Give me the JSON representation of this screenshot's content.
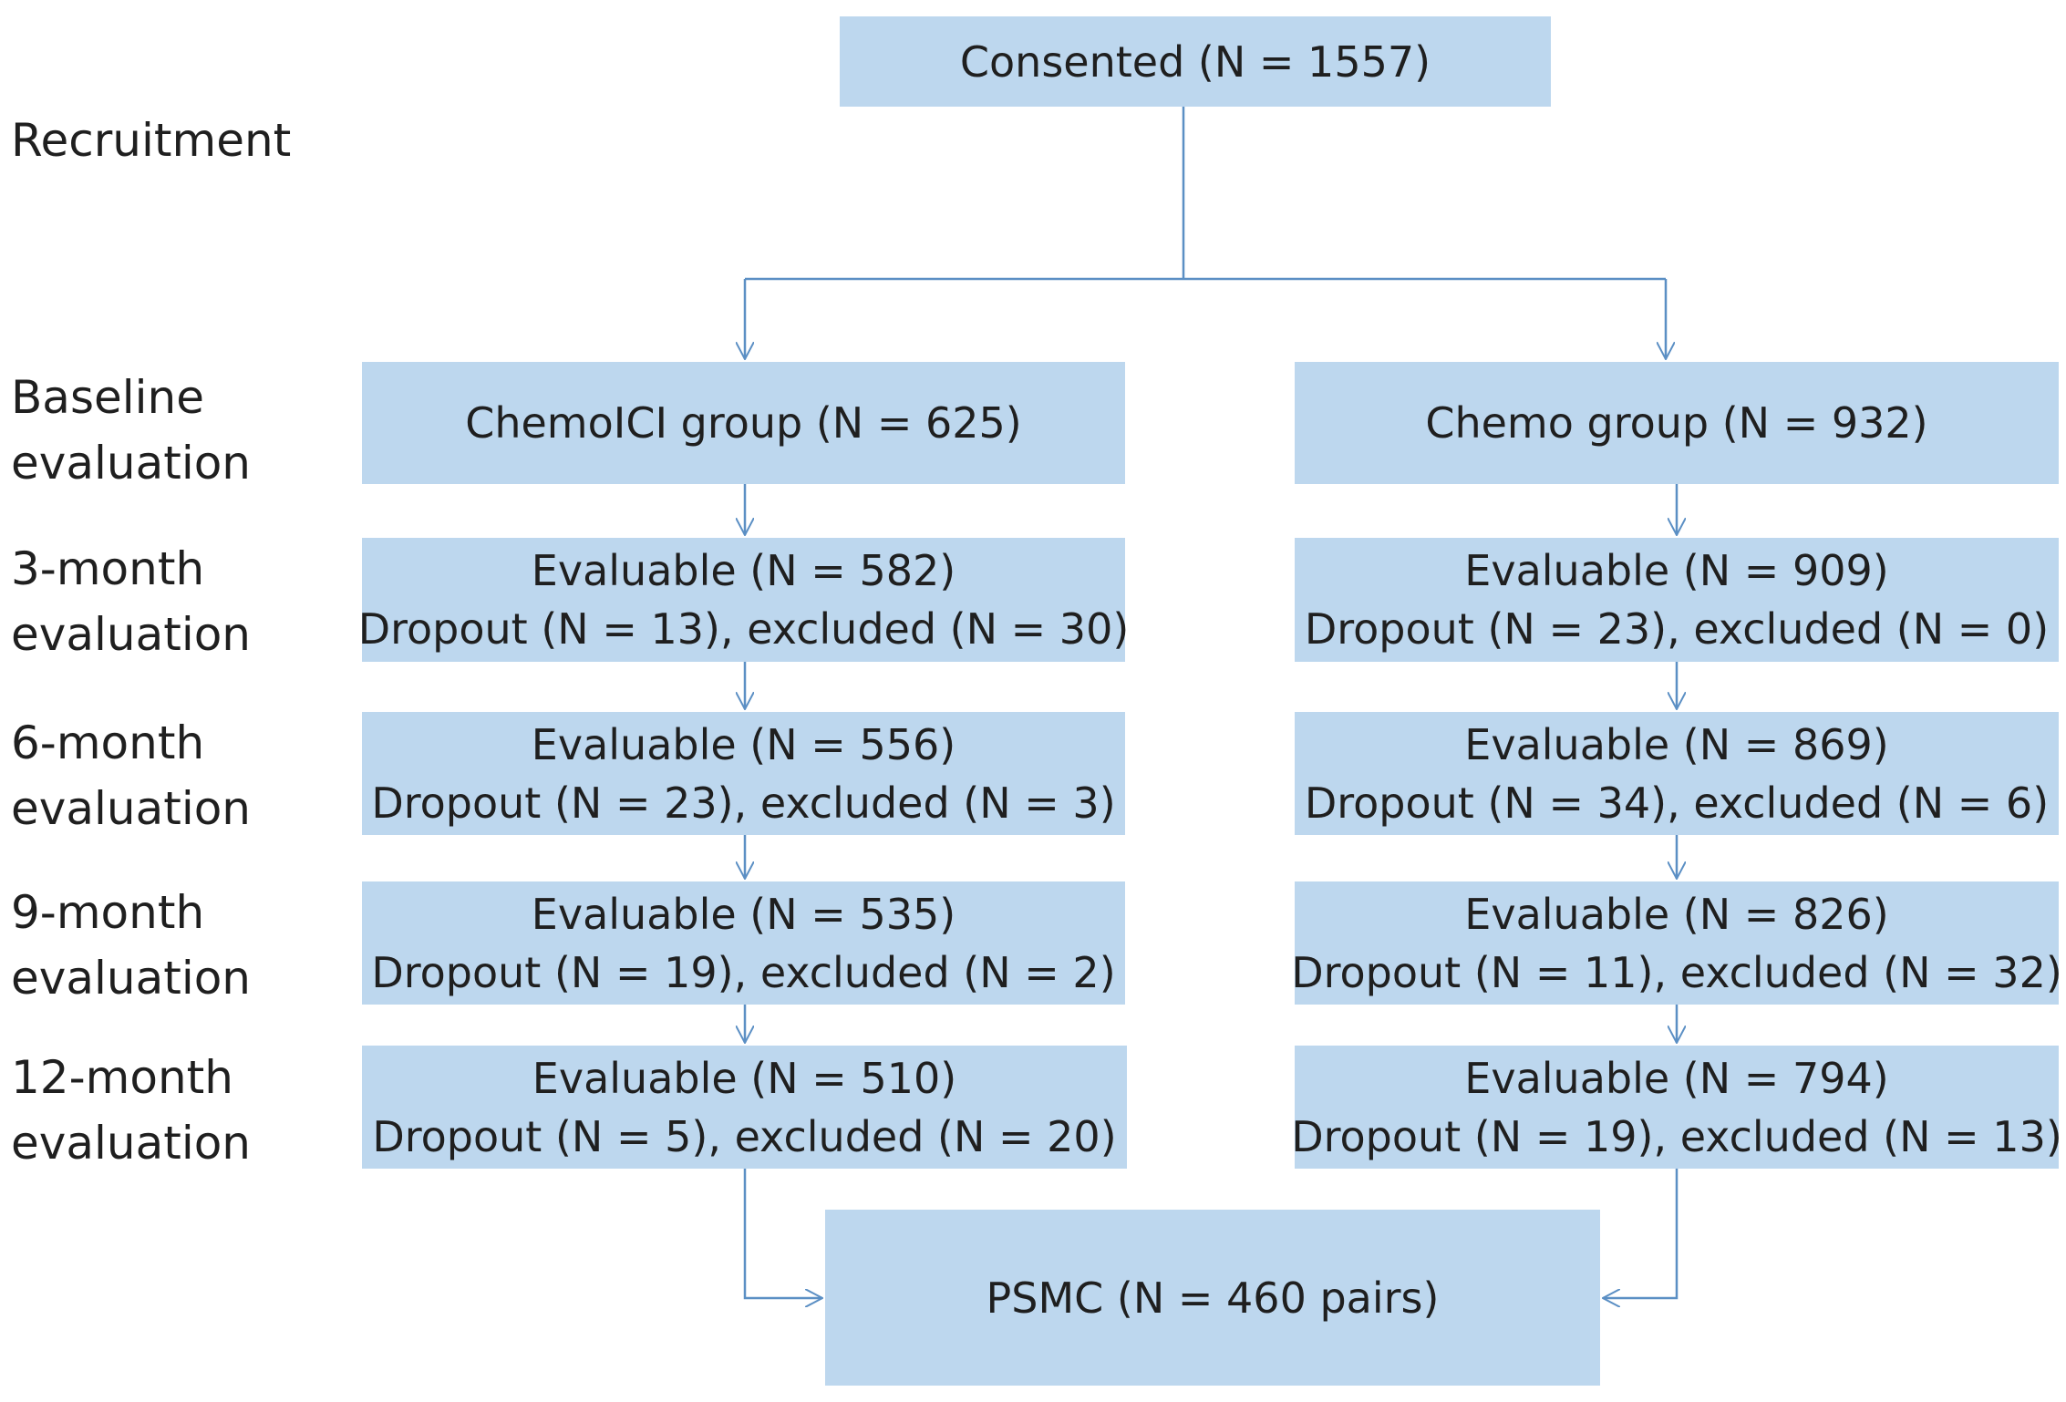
{
  "diagram": {
    "stages": {
      "recruitment": [
        "Recruitment"
      ],
      "baseline": [
        "Baseline",
        "evaluation"
      ],
      "month3": [
        "3-month",
        "evaluation"
      ],
      "month6": [
        "6-month",
        "evaluation"
      ],
      "month9": [
        "9-month",
        "evaluation"
      ],
      "month12": [
        "12-month",
        "evaluation"
      ]
    },
    "consented": "Consented (N = 1557)",
    "chemoici_group": {
      "title": "ChemoICI group (N = 625)",
      "month3": {
        "evaluable": "Evaluable (N = 582)",
        "dropout": "Dropout (N = 13), excluded (N = 30)"
      },
      "month6": {
        "evaluable": "Evaluable (N = 556)",
        "dropout": "Dropout (N = 23), excluded (N = 3)"
      },
      "month9": {
        "evaluable": "Evaluable (N = 535)",
        "dropout": "Dropout (N = 19), excluded (N = 2)"
      },
      "month12": {
        "evaluable": "Evaluable (N = 510)",
        "dropout": "Dropout (N = 5), excluded (N = 20)"
      }
    },
    "chemo_group": {
      "title": "Chemo group (N = 932)",
      "month3": {
        "evaluable": "Evaluable (N = 909)",
        "dropout": "Dropout (N = 23), excluded (N = 0)"
      },
      "month6": {
        "evaluable": "Evaluable (N = 869)",
        "dropout": "Dropout (N = 34), excluded (N = 6)"
      },
      "month9": {
        "evaluable": "Evaluable (N = 826)",
        "dropout": "Dropout (N = 11), excluded (N = 32)"
      },
      "month12": {
        "evaluable": "Evaluable (N = 794)",
        "dropout": "Dropout (N = 19), excluded (N = 13)"
      }
    },
    "psmc": "PSMC (N = 460 pairs)",
    "colors": {
      "box_fill": "#bdd7ee",
      "connector": "#5b8fc4",
      "text": "#1f1f1f"
    }
  }
}
